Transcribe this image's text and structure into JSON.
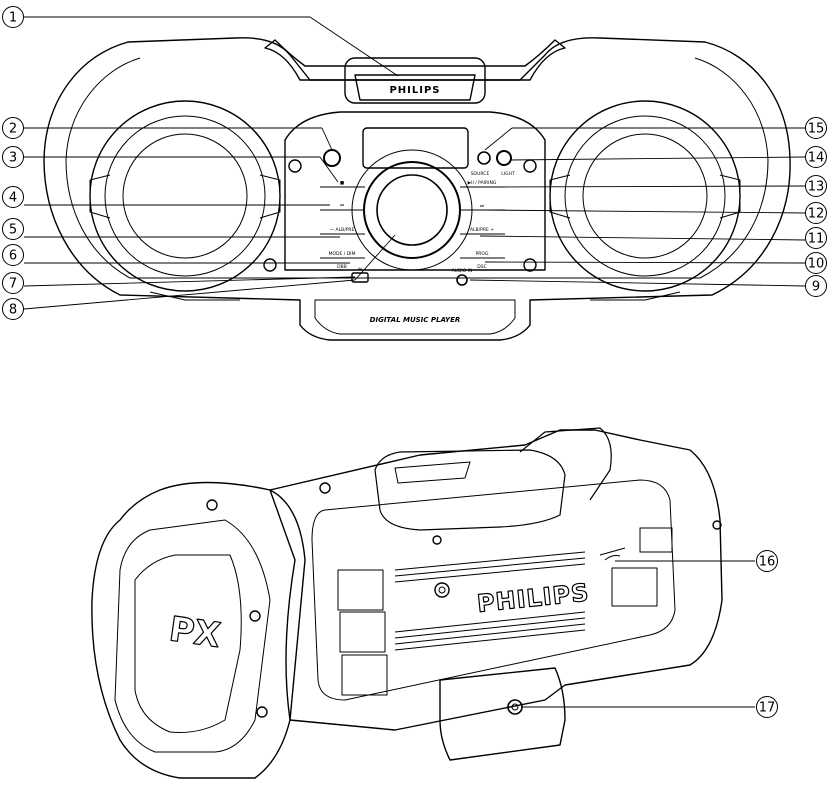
{
  "device": {
    "brand_front": "PHILIPS",
    "brand_back": "PHILIPS",
    "model_badge": "PX",
    "dock_label": "DIGITAL MUSIC PLAYER",
    "buttons": {
      "stop": "■",
      "prev": "⏮",
      "next": "⏭",
      "play_pair": "▶II / PAIRING",
      "album_minus": "— ALB/PRE",
      "album_plus": "ALB/PRE +",
      "mode": "MODE / DIM",
      "prog": "PROG",
      "dbb": "DBB",
      "dsc": "DSC",
      "source": "SOURCE",
      "light": "LIGHT",
      "audio_in": "AUDIO IN",
      "usb_symbol": "⇋"
    }
  },
  "callouts": [
    "1",
    "2",
    "3",
    "4",
    "5",
    "6",
    "7",
    "8",
    "9",
    "10",
    "11",
    "12",
    "13",
    "14",
    "15",
    "16",
    "17"
  ]
}
